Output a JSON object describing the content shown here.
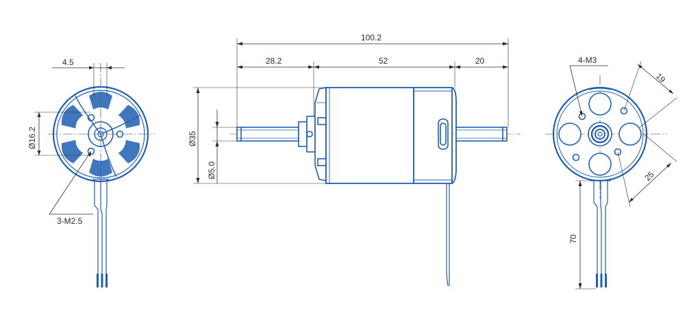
{
  "colors": {
    "line": "#1f5fb0",
    "dimension": "#2a2a2a",
    "background": "#ffffff"
  },
  "front_view": {
    "dim_top": "4.5",
    "dim_left": "Ø16.2",
    "callout": "3-M2.5"
  },
  "side_view": {
    "dim_total": "100.2",
    "dim_shaft": "28.2",
    "dim_body": "52",
    "dim_rear": "20",
    "dim_diameter": "Ø35",
    "dim_shaft_diameter": "Ø5.0"
  },
  "rear_view": {
    "callout": "4-M3",
    "dim_a": "19",
    "dim_b": "25",
    "dim_lead": "70"
  }
}
